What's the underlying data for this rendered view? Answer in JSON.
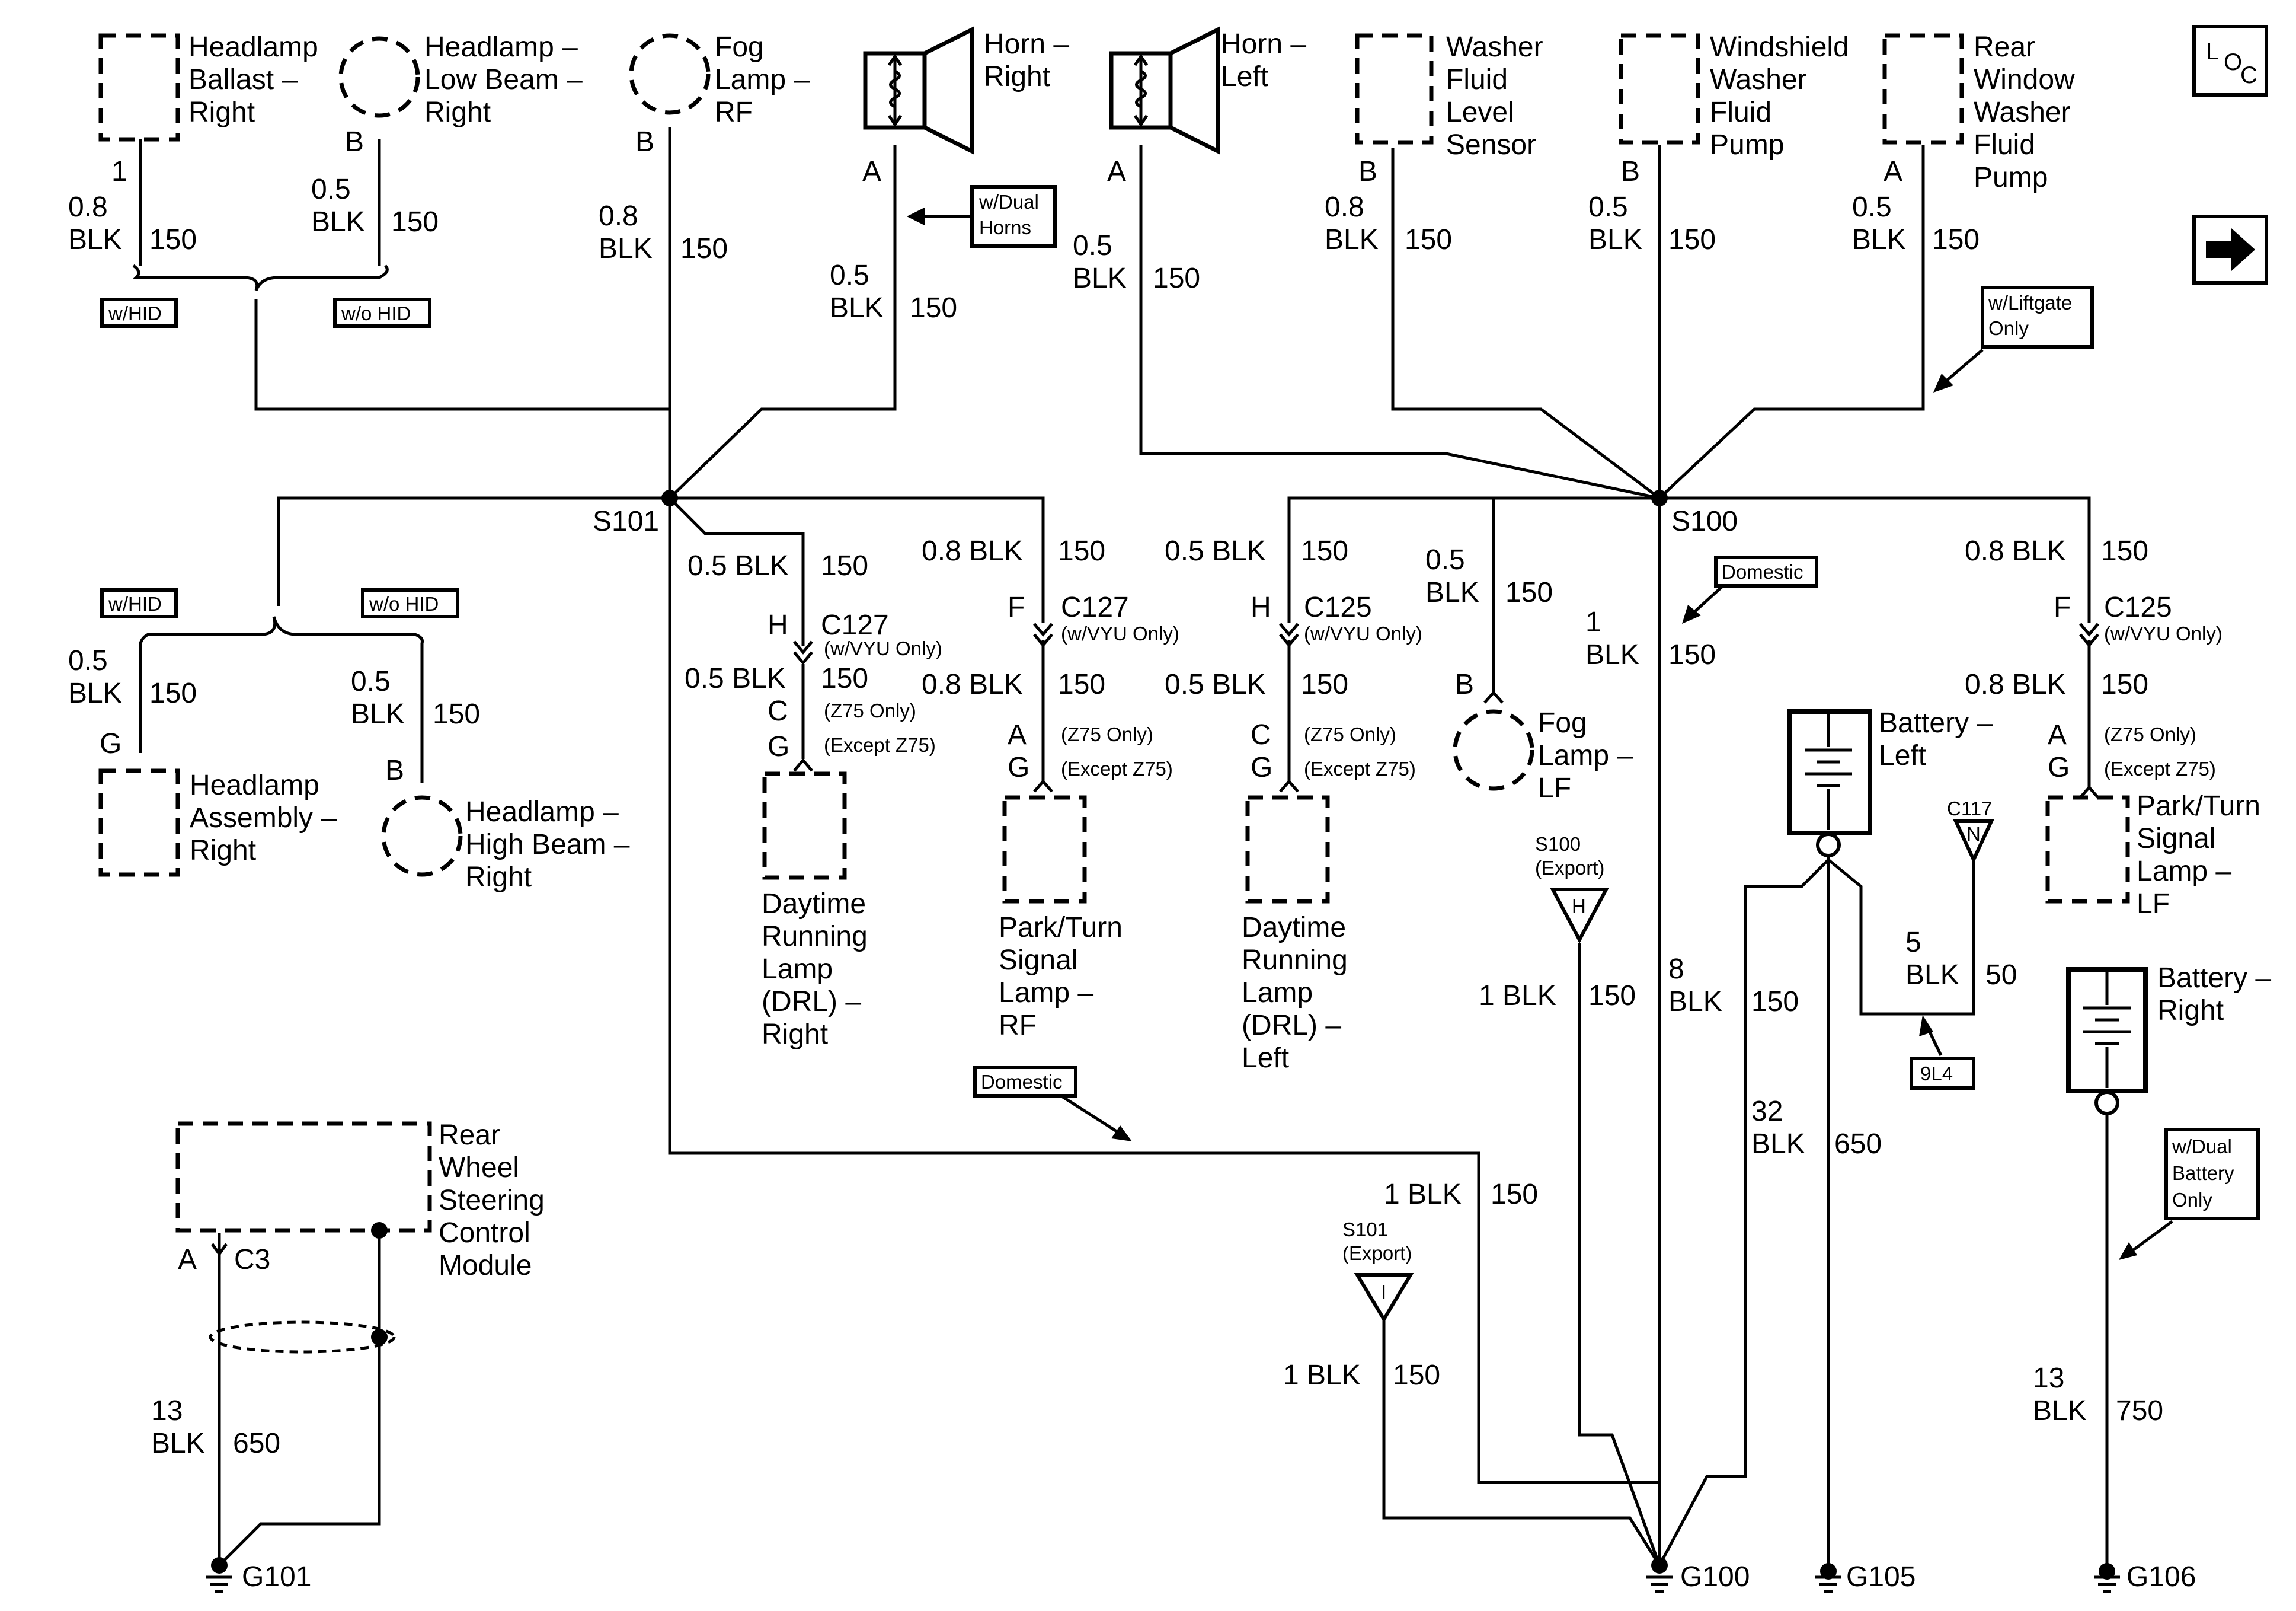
{
  "components": {
    "headlamp_ballast_right": [
      "Headlamp",
      "Ballast –",
      "Right"
    ],
    "headlamp_low_beam_right": [
      "Headlamp –",
      "Low Beam –",
      "Right"
    ],
    "fog_lamp_rf": [
      "Fog",
      "Lamp –",
      "RF"
    ],
    "horn_right": [
      "Horn –",
      "Right"
    ],
    "horn_left": [
      "Horn –",
      "Left"
    ],
    "washer_fluid_level_sensor": [
      "Washer",
      "Fluid",
      "Level",
      "Sensor"
    ],
    "windshield_washer_fluid_pump": [
      "Windshield",
      "Washer",
      "Fluid",
      "Pump"
    ],
    "rear_window_washer_fluid_pump": [
      "Rear",
      "Window",
      "Washer",
      "Fluid",
      "Pump"
    ],
    "headlamp_assembly_right": [
      "Headlamp",
      "Assembly –",
      "Right"
    ],
    "headlamp_high_beam_right": [
      "Headlamp –",
      "High Beam –",
      "Right"
    ],
    "drl_right": [
      "Daytime",
      "Running",
      "Lamp",
      "(DRL) –",
      "Right"
    ],
    "park_turn_rf": [
      "Park/Turn",
      "Signal",
      "Lamp –",
      "RF"
    ],
    "drl_left": [
      "Daytime",
      "Running",
      "Lamp",
      "(DRL) –",
      "Left"
    ],
    "fog_lamp_lf": [
      "Fog",
      "Lamp –",
      "LF"
    ],
    "battery_left": [
      "Battery –",
      "Left"
    ],
    "park_turn_lf": [
      "Park/Turn",
      "Signal",
      "Lamp –",
      "LF"
    ],
    "battery_right": [
      "Battery –",
      "Right"
    ],
    "rear_wheel_steering": [
      "Rear",
      "Wheel",
      "Steering",
      "Control",
      "Module"
    ]
  },
  "pins": {
    "ballast_pin": "1",
    "low_beam_pin": "B",
    "fog_rf_pin": "B",
    "horn_right_pin": "A",
    "horn_left_pin": "A",
    "washer_level_pin": "B",
    "windshield_pump_pin": "B",
    "rear_pump_pin": "A",
    "hl_assembly_pin": "G",
    "high_beam_pin": "B",
    "c127_drl_h": "H",
    "c127_drl_c": "C",
    "c127_drl_g": "G",
    "c127_pt_f": "F",
    "c127_pt_a": "A",
    "c127_pt_g": "G",
    "c125_drl_h": "H",
    "c125_drl_c": "C",
    "c125_drl_g": "G",
    "fog_lf_pin": "B",
    "c125_pt_f": "F",
    "c125_pt_a": "A",
    "c125_pt_g": "G",
    "rws_a": "A",
    "rws_c3": "C3"
  },
  "wires": {
    "ballast": [
      "0.8",
      "BLK",
      "150"
    ],
    "low_beam": [
      "0.5",
      "BLK",
      "150"
    ],
    "fog_rf": [
      "0.8",
      "BLK",
      "150"
    ],
    "horn_right": [
      "0.5",
      "BLK",
      "150"
    ],
    "horn_left": [
      "0.5",
      "BLK",
      "150"
    ],
    "washer_level": [
      "0.8",
      "BLK",
      "150"
    ],
    "windshield_pump": [
      "0.5",
      "BLK",
      "150"
    ],
    "rear_pump": [
      "0.5",
      "BLK",
      "150"
    ],
    "hl_assembly": [
      "0.5",
      "BLK",
      "150"
    ],
    "high_beam": [
      "0.5",
      "BLK",
      "150"
    ],
    "drl_right_top": [
      "0.5 BLK",
      "150"
    ],
    "drl_right_bottom": [
      "0.5 BLK",
      "150"
    ],
    "pt_rf_top": [
      "0.8 BLK",
      "150"
    ],
    "pt_rf_bottom": [
      "0.8 BLK",
      "150"
    ],
    "drl_left_top": [
      "0.5 BLK",
      "150"
    ],
    "drl_left_bottom": [
      "0.5 BLK",
      "150"
    ],
    "fog_lf": [
      "0.5",
      "BLK",
      "150"
    ],
    "s100_main": [
      "1",
      "BLK",
      "150"
    ],
    "pt_lf_top": [
      "0.8 BLK",
      "150"
    ],
    "pt_lf_bottom": [
      "0.8 BLK",
      "150"
    ],
    "s100_export": [
      "1 BLK",
      "150"
    ],
    "g100_8": [
      "8",
      "BLK",
      "150"
    ],
    "c117": [
      "5",
      "BLK",
      "50"
    ],
    "bat_left_32": [
      "32",
      "BLK",
      "650"
    ],
    "s101_domestic": [
      "1 BLK",
      "150"
    ],
    "s101_export": [
      "1 BLK",
      "150"
    ],
    "rws": [
      "13",
      "BLK",
      "650"
    ],
    "bat_right": [
      "13",
      "BLK",
      "750"
    ]
  },
  "connector_notes": {
    "c127_drl": "C127",
    "c127_pt": "C127",
    "c125_drl": "C125",
    "c125_pt": "C125",
    "vyu_only": "(w/VYU Only)",
    "z75_only": "(Z75 Only)",
    "except_z75": "(Except Z75)"
  },
  "splices": {
    "s101": "S101",
    "s100": "S100"
  },
  "grounds": {
    "g101": "G101",
    "g100": "G100",
    "g105": "G105",
    "g106": "G106"
  },
  "options": {
    "w_hid": "w/HID",
    "wo_hid": "w/o HID",
    "dual_horns": [
      "w/Dual",
      "Horns"
    ],
    "liftgate": [
      "w/Liftgate",
      "Only"
    ],
    "domestic": "Domestic",
    "dual_battery": [
      "w/Dual",
      "Battery",
      "Only"
    ],
    "ref_9l4": "9L4"
  },
  "inline_refs": {
    "s100_export": [
      "S100",
      "(Export)"
    ],
    "s100_export_letter": "H",
    "s101_export": [
      "S101",
      "(Export)"
    ],
    "s101_export_letter": "I",
    "c117": "C117",
    "c117_letter": "N"
  },
  "nav": {
    "loc_l": "L",
    "loc_o": "O",
    "loc_c": "C",
    "next_arrow": "next-page-arrow-icon"
  }
}
